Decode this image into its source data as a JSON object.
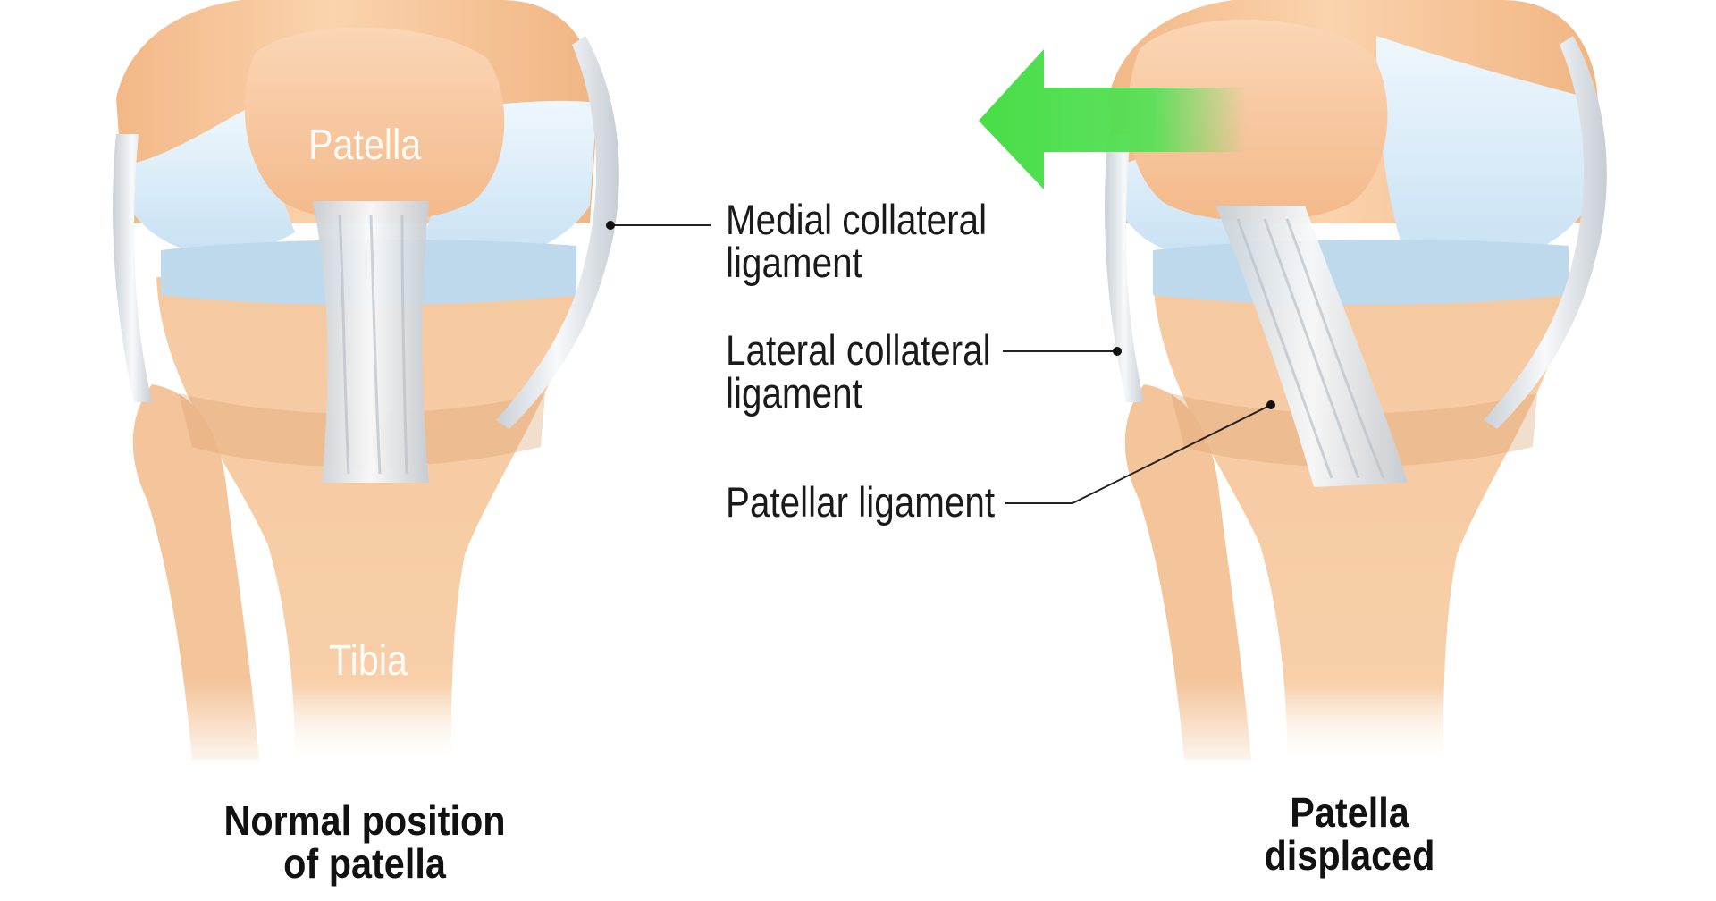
{
  "labels": {
    "medial_line1": "Medial collateral",
    "medial_line2": "ligament",
    "lateral_line1": "Lateral collateral",
    "lateral_line2": "ligament",
    "patellar": "Patellar ligament",
    "patella": "Patella",
    "tibia": "Tibia"
  },
  "captions": {
    "normal_line1": "Normal position",
    "normal_line2": "of patella",
    "displaced_line1": "Patella",
    "displaced_line2": "displaced"
  },
  "icons": {
    "direction_arrow": "arrow-left-icon"
  },
  "colors": {
    "bone": "#f6c79b",
    "bone_shadow": "#e3a875",
    "cartilage": "#d7ebf8",
    "ligament": "#e4e9ee",
    "arrow": "#3fd63f",
    "text": "#1a1a1a"
  }
}
